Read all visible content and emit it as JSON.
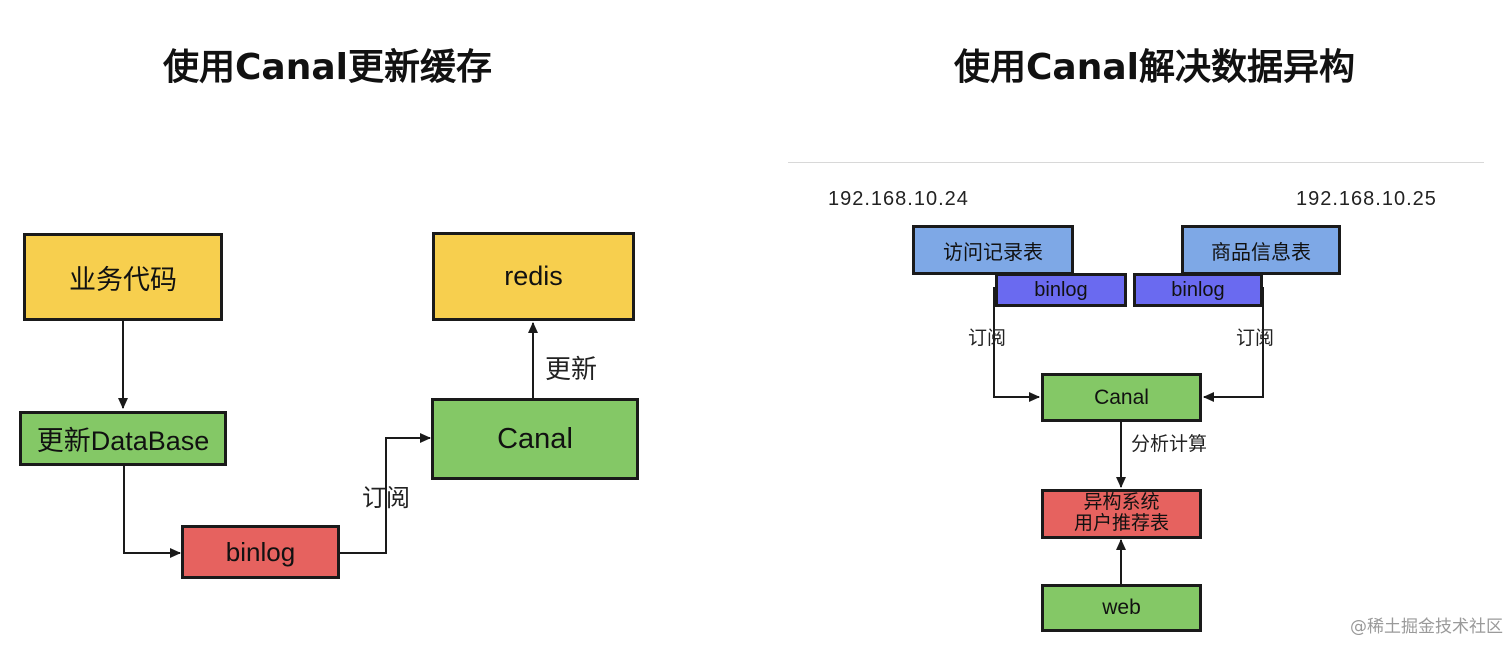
{
  "left": {
    "title": "使用Canal更新缓存",
    "nodes": {
      "business_code": "业务代码",
      "update_db": "更新DataBase",
      "binlog": "binlog",
      "canal": "Canal",
      "redis": "redis"
    },
    "edges": {
      "subscribe": "订阅",
      "update": "更新"
    }
  },
  "right": {
    "title": "使用Canal解决数据异构",
    "ip_left": "192.168.10.24",
    "ip_right": "192.168.10.25",
    "nodes": {
      "access_table": "访问记录表",
      "product_table": "商品信息表",
      "binlog_left": "binlog",
      "binlog_right": "binlog",
      "canal": "Canal",
      "hetero_line1": "异构系统",
      "hetero_line2": "用户推荐表",
      "web": "web"
    },
    "edges": {
      "subscribe_left": "订阅",
      "subscribe_right": "订阅",
      "analyze": "分析计算"
    }
  },
  "watermark": "@稀土掘金技术社区"
}
